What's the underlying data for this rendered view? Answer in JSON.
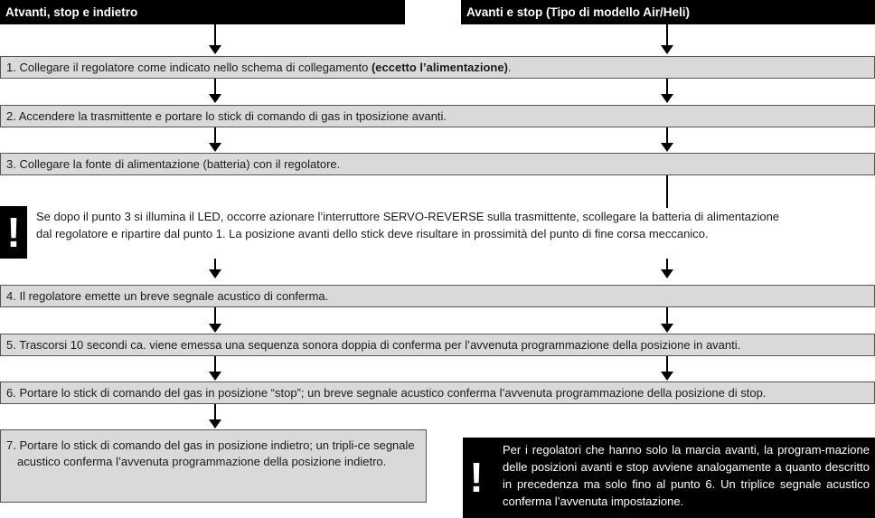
{
  "headers": {
    "left": "Atvanti, stop e indietro",
    "right": "Avanti e stop (Tipo di modello Air/Heli)"
  },
  "steps": {
    "s1_text": "1.  Collegare il regolatore come indicato nello schema di collegamento ",
    "s1_bold": "(eccetto l’alimentazione)",
    "s1_end": ".",
    "s2": "2.  Accendere la trasmittente e portare lo stick di comando di gas in tposizione avanti.",
    "s3": "3.  Collegare la fonte di alimentazione (batteria) con il regolatore.",
    "s4": "4.  Il regolatore emette un breve segnale acustico di conferma.",
    "s5": "5.  Trascorsi 10 secondi ca. viene emessa una sequenza sonora doppia di conferma per l’avvenuta programmazione della posizione in avanti.",
    "s6": "6.  Portare lo stick di comando del gas in posizione “stop”; un breve segnale acustico conferma l’avvenuta programmazione della posizione di stop.",
    "s7": "7.  Portare lo stick di comando del gas in posizione indietro; un tripli-ce segnale acustico conferma l’avvenuta programmazione della posizione indietro."
  },
  "warning": {
    "symbol": "!",
    "line1": "Se dopo il punto 3 si illumina il LED, occorre azionare l’interruttore SERVO-REVERSE sulla trasmittente, scollegare la batteria di alimentazione",
    "line2": "dal regolatore e ripartire dal punto 1. La posizione avanti dello stick deve risultare in prossimità del punto di fine corsa meccanico."
  },
  "note": {
    "symbol": "!",
    "text": "Per i regolatori che hanno solo la marcia avanti, la program-mazione delle posizioni avanti e stop avviene analogamente a quanto descritto in precedenza ma solo fino al punto 6. Un triplice segnale acustico conferma l’avvenuta impostazione."
  },
  "colors": {
    "box_fill": "#d9d9d9",
    "header_bg": "#000000",
    "text": "#1a1a1a"
  }
}
